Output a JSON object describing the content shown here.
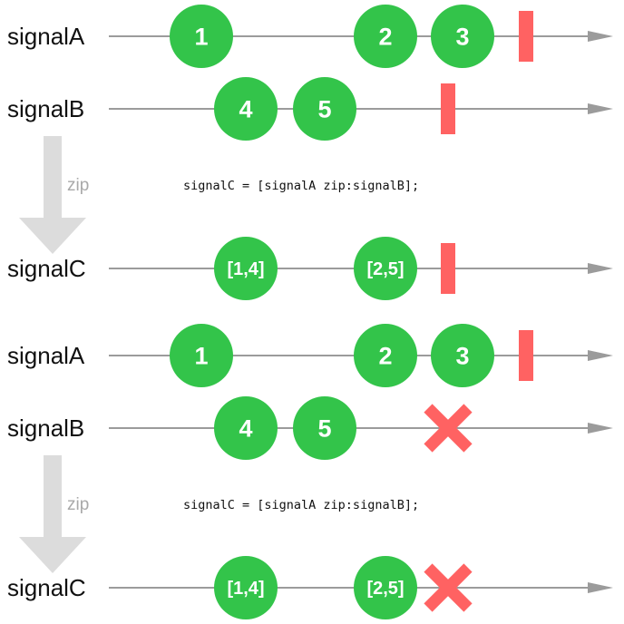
{
  "colors": {
    "marble": "#33c44a",
    "end": "#ff6262",
    "line": "#9b9b9b",
    "arrow": "#dcdcdc",
    "text": "#111111",
    "op_text": "#a9a9a9",
    "marble_text": "#ffffff"
  },
  "diagrams": [
    {
      "inputs": [
        {
          "label": "signalA",
          "events": [
            {
              "kind": "value",
              "text": "1"
            },
            {
              "kind": "value",
              "text": "2"
            },
            {
              "kind": "value",
              "text": "3"
            },
            {
              "kind": "completed"
            }
          ]
        },
        {
          "label": "signalB",
          "events": [
            {
              "kind": "value",
              "text": "4"
            },
            {
              "kind": "value",
              "text": "5"
            },
            {
              "kind": "completed"
            }
          ]
        }
      ],
      "operator": "zip",
      "code": "signalC = [signalA zip:signalB];",
      "output": {
        "label": "signalC",
        "events": [
          {
            "kind": "value",
            "text": "[1,4]"
          },
          {
            "kind": "value",
            "text": "[2,5]"
          },
          {
            "kind": "completed"
          }
        ]
      }
    },
    {
      "inputs": [
        {
          "label": "signalA",
          "events": [
            {
              "kind": "value",
              "text": "1"
            },
            {
              "kind": "value",
              "text": "2"
            },
            {
              "kind": "value",
              "text": "3"
            },
            {
              "kind": "completed"
            }
          ]
        },
        {
          "label": "signalB",
          "events": [
            {
              "kind": "value",
              "text": "4"
            },
            {
              "kind": "value",
              "text": "5"
            },
            {
              "kind": "error"
            }
          ]
        }
      ],
      "operator": "zip",
      "code": "signalC = [signalA zip:signalB];",
      "output": {
        "label": "signalC",
        "events": [
          {
            "kind": "value",
            "text": "[1,4]"
          },
          {
            "kind": "value",
            "text": "[2,5]"
          },
          {
            "kind": "error"
          }
        ]
      }
    }
  ]
}
